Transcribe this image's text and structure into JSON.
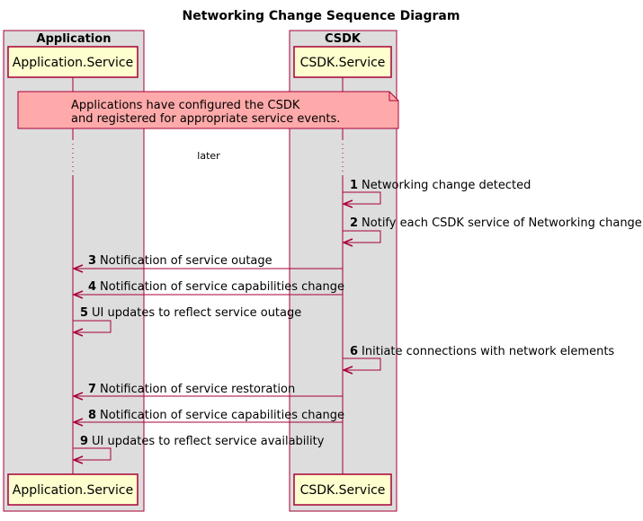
{
  "title": "Networking Change Sequence Diagram",
  "boxes": [
    {
      "title": "Application"
    },
    {
      "title": "CSDK"
    }
  ],
  "participants": [
    {
      "label": "Application.Service"
    },
    {
      "label": "CSDK.Service"
    }
  ],
  "note": {
    "line1": "Applications have configured the CSDK",
    "line2": "and registered for appropriate service events."
  },
  "delay": {
    "label": "later"
  },
  "messages": [
    {
      "num": "1",
      "text": "Networking change detected"
    },
    {
      "num": "2",
      "text": "Notify each CSDK service of Networking change"
    },
    {
      "num": "3",
      "text": "Notification of service outage"
    },
    {
      "num": "4",
      "text": "Notification of service capabilities change"
    },
    {
      "num": "5",
      "text": "UI updates to reflect service outage"
    },
    {
      "num": "6",
      "text": "Initiate connections with network elements"
    },
    {
      "num": "7",
      "text": "Notification of service restoration"
    },
    {
      "num": "8",
      "text": "Notification of service capabilities change"
    },
    {
      "num": "9",
      "text": "UI updates to reflect service availability"
    }
  ],
  "colors": {
    "box_fill": "#dddddd",
    "box_border": "#a80036",
    "participant_fill": "#fefece",
    "participant_border": "#a80036",
    "arrow": "#a80036",
    "note_fill": "#ffaaaa",
    "note_border": "#a80036",
    "lifeline": "#a80036"
  }
}
